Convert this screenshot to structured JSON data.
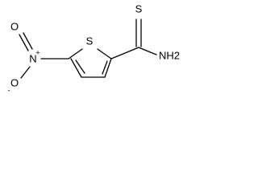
{
  "molecule": {
    "atoms": {
      "ring_sulfur": "S",
      "thioamide_sulfur": "S",
      "amide_nitrogen": "NH2",
      "nitro_nitrogen": "N",
      "nitro_nitrogen_charge": "+",
      "nitro_oxygen_top": "O",
      "nitro_oxygen_bottom": "O",
      "nitro_oxygen_bottom_charge": "-"
    }
  }
}
